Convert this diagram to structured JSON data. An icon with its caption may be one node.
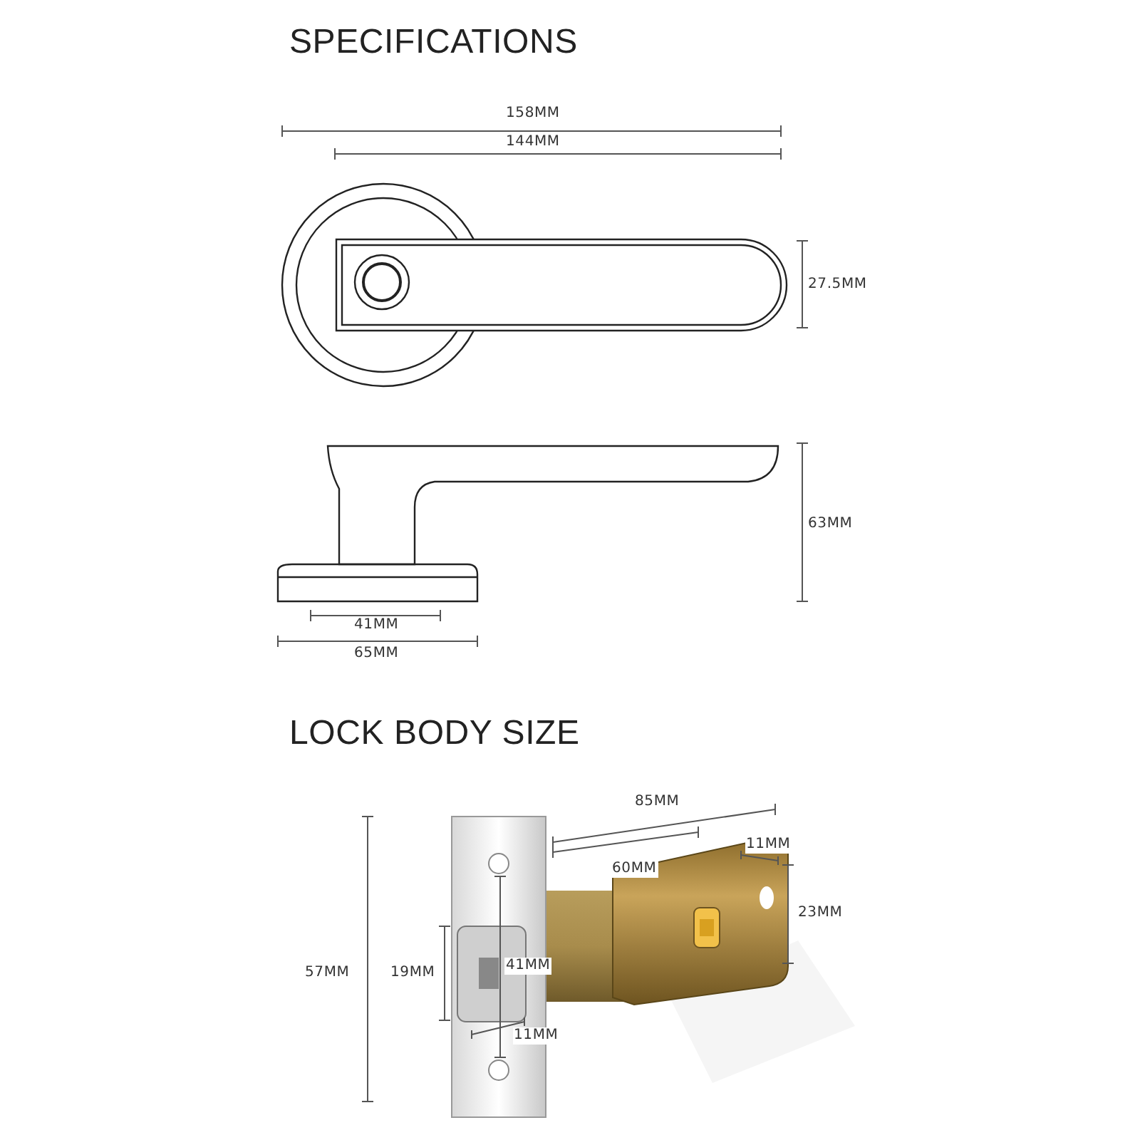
{
  "diagram": {
    "labels": [
      "SPECIFICATIONS",
      "158MM",
      "144MM",
      "27.5MM",
      "63MM",
      "41MM",
      "65MM",
      "LOCK BODY SIZE",
      "85MM",
      "11MM",
      "60MM",
      "23MM",
      "57MM",
      "19MM",
      "41MM",
      "11MM"
    ]
  }
}
